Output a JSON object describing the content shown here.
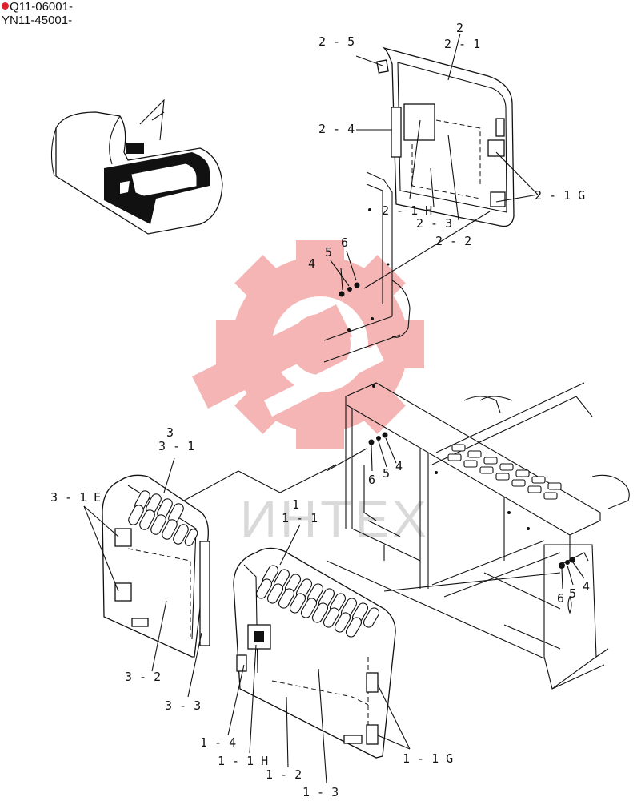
{
  "header": {
    "serial_line_1": "Q11-06001-",
    "serial_line_2": "YN11-45001-"
  },
  "watermark": {
    "text": "ИНТЕХ",
    "color": "#f07a7a"
  },
  "marker_color": "#e0202a",
  "callouts": {
    "c2": "2",
    "c2_5": "2 - 5",
    "c2_1": "2 - 1",
    "c2_4": "2 - 4",
    "c2_1G": "2 - 1 G",
    "c2_1H": "2 - 1 H",
    "c2_3": "2 - 3",
    "c2_2": "2 - 2",
    "c4_top": "4",
    "c5_top": "5",
    "c6_top": "6",
    "c6_mid": "6",
    "c5_mid": "5",
    "c4_mid": "4",
    "c3": "3",
    "c3_1": "3 - 1",
    "c3_1E": "3 - 1 E",
    "c3_2": "3 - 2",
    "c3_3": "3 - 3",
    "c1": "1",
    "c1_1": "1 - 1",
    "c1_4": "1 - 4",
    "c1_1H": "1 - 1 H",
    "c1_2": "1 - 2",
    "c1_3": "1 - 3",
    "c1_1G": "1 - 1 G",
    "c6_right": "6",
    "c5_right": "5",
    "c4_right": "4"
  }
}
